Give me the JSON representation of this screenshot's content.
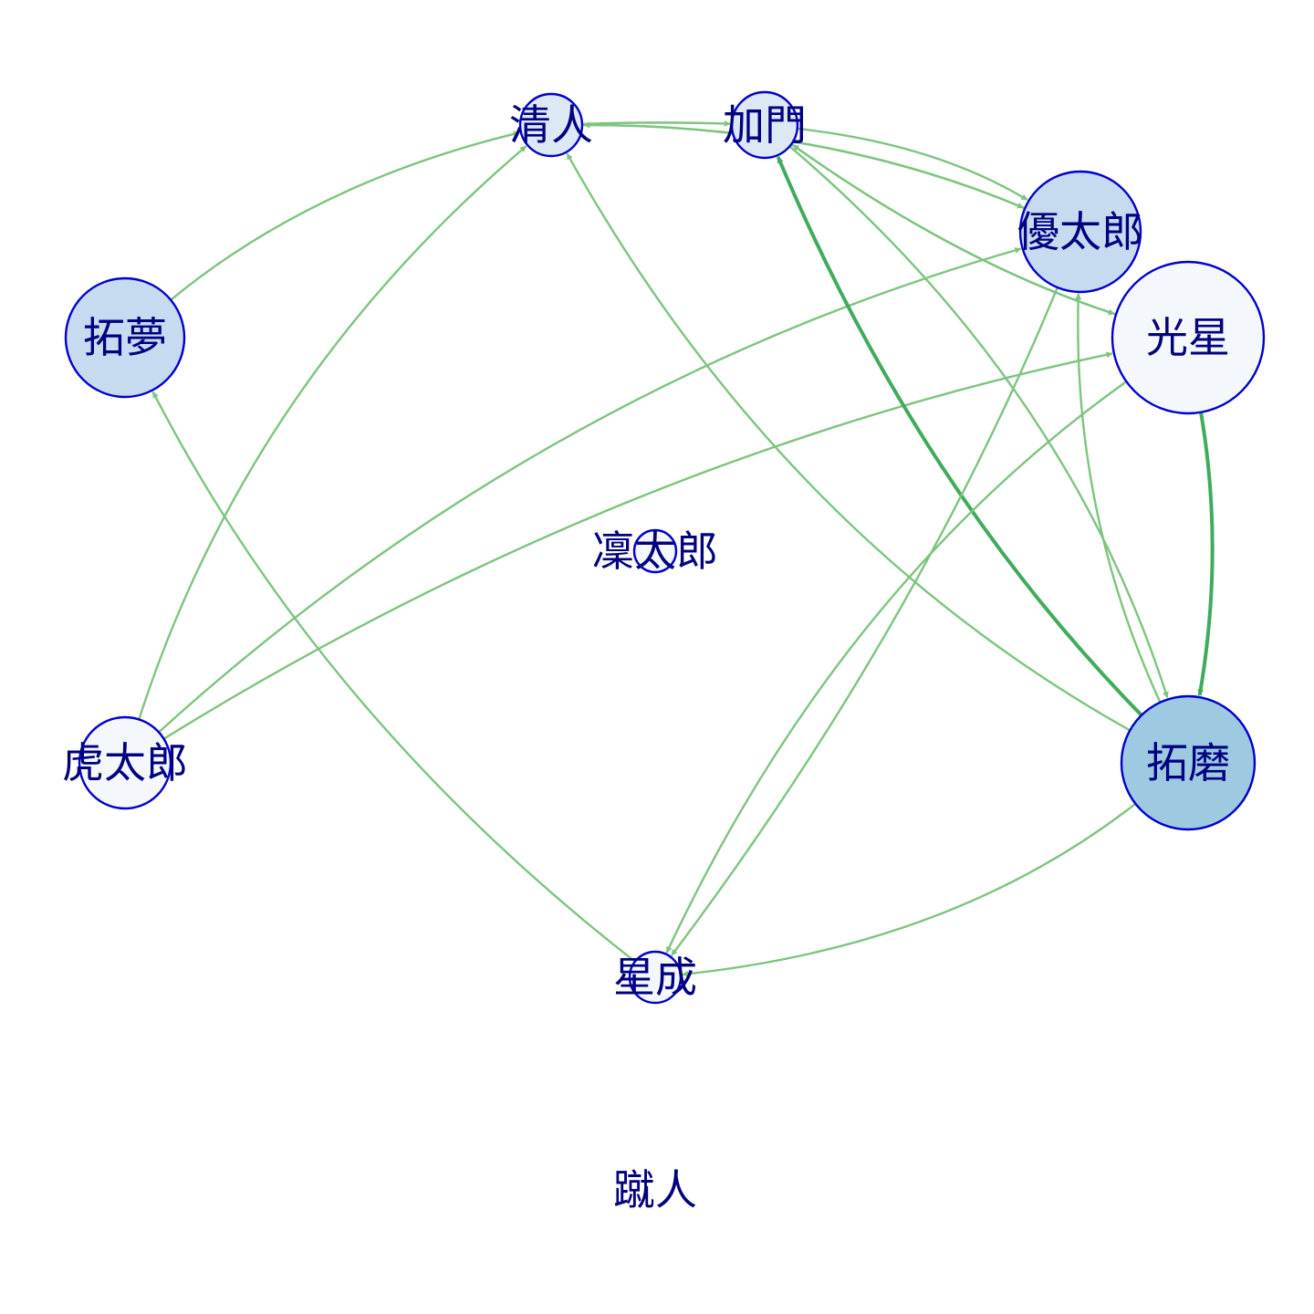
{
  "colors": {
    "edge": "#7dc47f",
    "edge_strong": "#41ab5d",
    "node_stroke": "#0000cd",
    "label": "#000080",
    "fill_level_0": "#f4f8fd",
    "fill_level_1": "#dde8f5",
    "fill_level_2": "#c6dbef",
    "fill_level_3": "#9ecae1"
  },
  "nodes": [
    {
      "id": "kiyoto",
      "label": "清人",
      "fill_level": 1
    },
    {
      "id": "kado",
      "label": "加門",
      "fill_level": 1
    },
    {
      "id": "yutaro",
      "label": "優太郎",
      "fill_level": 2
    },
    {
      "id": "kosei",
      "label": "光星",
      "fill_level": 0
    },
    {
      "id": "takumu",
      "label": "拓夢",
      "fill_level": 2
    },
    {
      "id": "rintaro",
      "label": "凜太郎",
      "fill_level": 0
    },
    {
      "id": "kotaro",
      "label": "虎太郎",
      "fill_level": 0
    },
    {
      "id": "takuma",
      "label": "拓磨",
      "fill_level": 3
    },
    {
      "id": "sena",
      "label": "星成",
      "fill_level": 0
    },
    {
      "id": "shuto",
      "label": "蹴人",
      "fill_level": 0
    }
  ],
  "edges": [
    {
      "from": "kiyoto",
      "to": "kado",
      "weight": 1
    },
    {
      "from": "kiyoto",
      "to": "yutaro",
      "weight": 1
    },
    {
      "from": "yutaro",
      "to": "kiyoto",
      "weight": 1
    },
    {
      "from": "kado",
      "to": "yutaro",
      "weight": 1
    },
    {
      "from": "kado",
      "to": "kosei",
      "weight": 1
    },
    {
      "from": "kosei",
      "to": "kado",
      "weight": 1
    },
    {
      "from": "takumu",
      "to": "kiyoto",
      "weight": 1
    },
    {
      "from": "kotaro",
      "to": "kiyoto",
      "weight": 1
    },
    {
      "from": "kotaro",
      "to": "yutaro",
      "weight": 1
    },
    {
      "from": "kotaro",
      "to": "kosei",
      "weight": 1
    },
    {
      "from": "sena",
      "to": "takumu",
      "weight": 1
    },
    {
      "from": "takuma",
      "to": "kiyoto",
      "weight": 1
    },
    {
      "from": "takuma",
      "to": "kado",
      "weight": 2
    },
    {
      "from": "kosei",
      "to": "takuma",
      "weight": 2
    },
    {
      "from": "kado",
      "to": "takuma",
      "weight": 1
    },
    {
      "from": "takuma",
      "to": "yutaro",
      "weight": 1
    },
    {
      "from": "kosei",
      "to": "sena",
      "weight": 1
    },
    {
      "from": "yutaro",
      "to": "sena",
      "weight": 1
    },
    {
      "from": "takuma",
      "to": "sena",
      "weight": 1
    }
  ]
}
